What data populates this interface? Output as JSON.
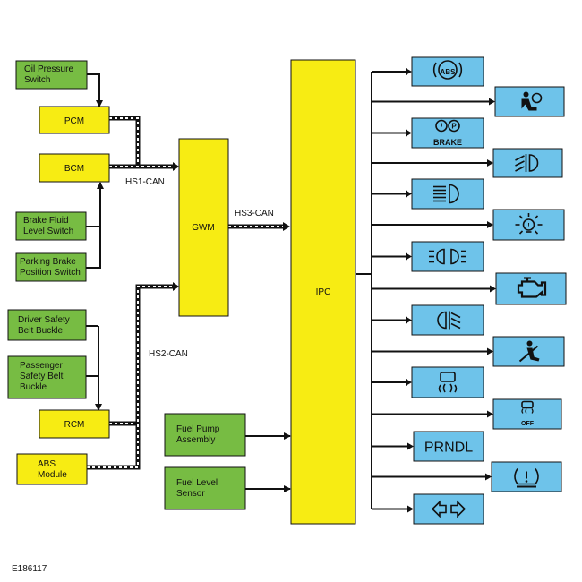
{
  "colors": {
    "green": "#77bc43",
    "yellow": "#f7ec13",
    "blue": "#6ec3ea",
    "line": "#111111"
  },
  "inputs": {
    "oil_pressure": [
      "Oil Pressure",
      "Switch"
    ],
    "brake_fluid": [
      "Brake Fluid",
      "Level Switch"
    ],
    "parking_brake": [
      "Parking Brake",
      "Position Switch"
    ],
    "driver_belt": [
      "Driver Safety",
      "Belt Buckle"
    ],
    "passenger_belt": [
      "Passenger",
      "Safety Belt",
      "Buckle"
    ],
    "fuel_pump": [
      "Fuel Pump",
      "Assembly"
    ],
    "fuel_level": [
      "Fuel Level",
      "Sensor"
    ]
  },
  "modules": {
    "pcm": "PCM",
    "bcm": "BCM",
    "rcm": "RCM",
    "abs_module": [
      "ABS",
      "Module"
    ],
    "gwm": "GWM",
    "ipc": "IPC"
  },
  "buses": {
    "hs1": "HS1-CAN",
    "hs2": "HS2-CAN",
    "hs3": "HS3-CAN"
  },
  "indicators": [
    {
      "icon": "abs-warning-icon",
      "text": "(ABS)"
    },
    {
      "icon": "airbag-warning-icon",
      "text": ""
    },
    {
      "icon": "brake-warning-icon",
      "text": "BRAKE"
    },
    {
      "icon": "rear-fog-lamp-icon",
      "text": ""
    },
    {
      "icon": "high-beam-icon",
      "text": ""
    },
    {
      "icon": "bulb-failure-icon",
      "text": ""
    },
    {
      "icon": "side-lamps-icon",
      "text": ""
    },
    {
      "icon": "engine-check-icon",
      "text": ""
    },
    {
      "icon": "front-fog-lamp-icon",
      "text": ""
    },
    {
      "icon": "seatbelt-reminder-icon",
      "text": ""
    },
    {
      "icon": "traction-control-icon",
      "text": ""
    },
    {
      "icon": "traction-control-off-icon",
      "text": "OFF"
    },
    {
      "icon": "prndl-display",
      "text": "PRNDL"
    },
    {
      "icon": "tire-pressure-icon",
      "text": ""
    },
    {
      "icon": "turn-signal-icon",
      "text": ""
    }
  ],
  "figure_id": "E186117"
}
